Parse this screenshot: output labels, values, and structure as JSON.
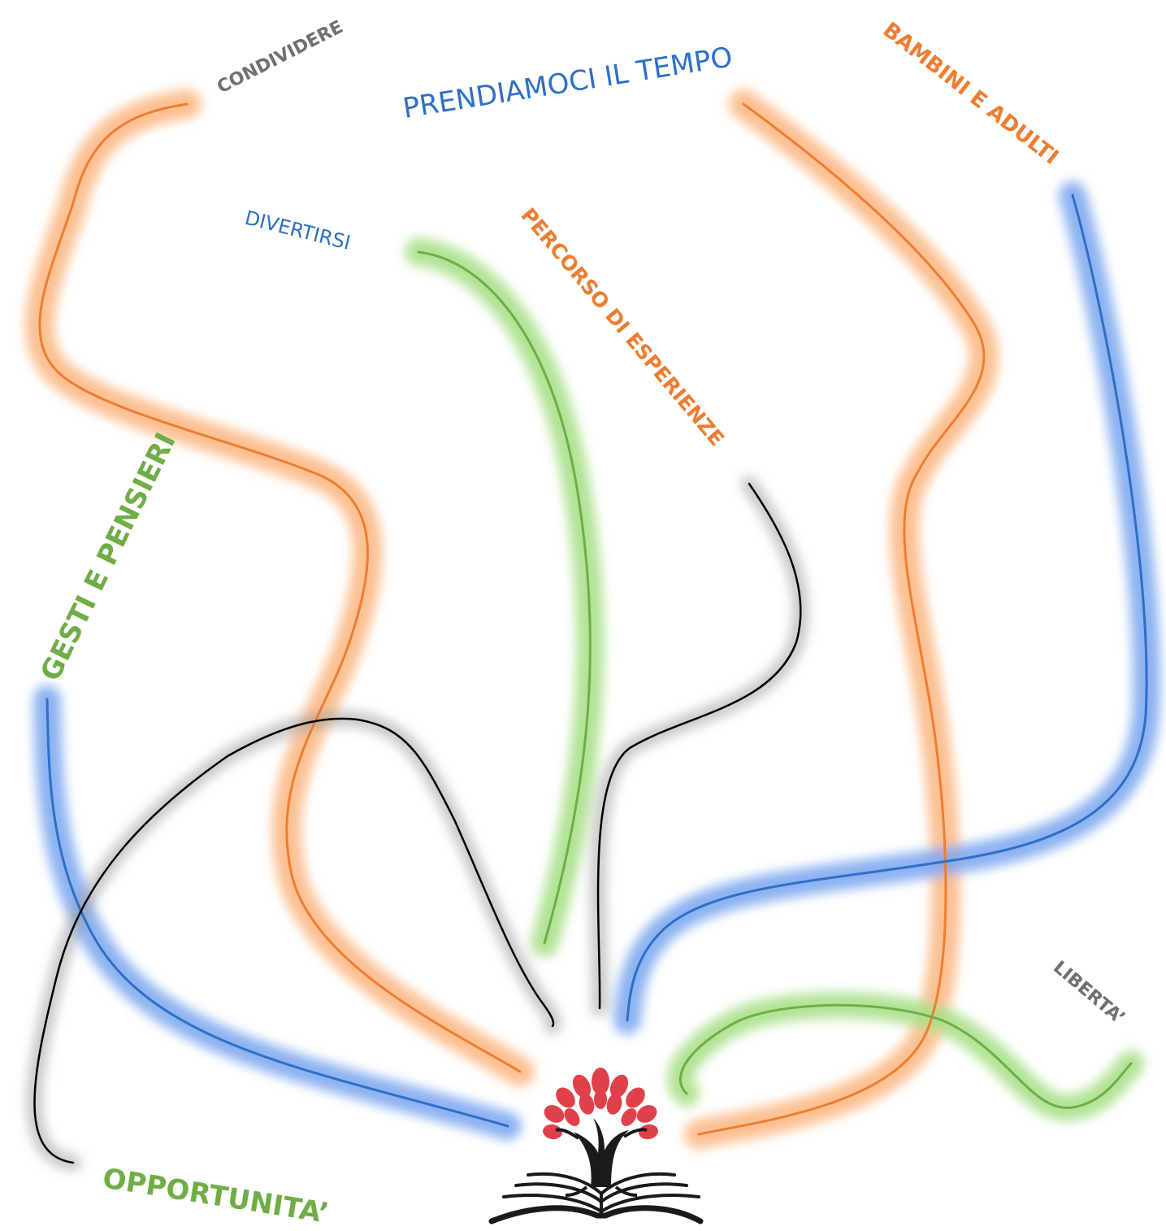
{
  "labels": {
    "condividere": "CONDIVIDERE",
    "prendiamoci": "PRENDIAMOCI IL TEMPO",
    "bambini": "BAMBINI E ADULTI",
    "divertirsi": "DIVERTIRSI",
    "percorso": "PERCORSO DI ESPERIENZE",
    "gesti": "GESTI E PENSIERI",
    "liberta": "LIBERTA’",
    "opportunita": "OPPORTUNITA’"
  },
  "colors": {
    "orange": "#ED7D31",
    "orange_glow": "#FBB57F",
    "blue": "#2E6FC7",
    "blue_glow": "#7FAAF0",
    "green": "#70AD47",
    "green_glow": "#A8E08A",
    "gray_text": "#707070",
    "black": "#000000",
    "leaf_red": "#E0404A"
  },
  "icons": {
    "logo": "tree-on-open-book-icon"
  }
}
